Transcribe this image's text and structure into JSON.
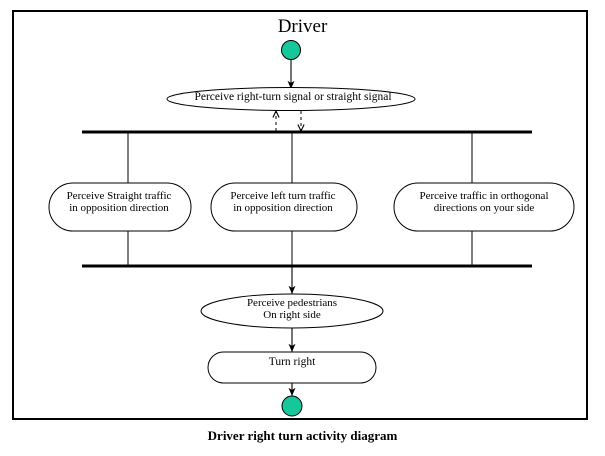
{
  "diagram": {
    "actor_title": "Driver",
    "caption": "Driver right turn activity diagram",
    "type": "uml-activity-diagram",
    "colors": {
      "node_fill": "#16c79a",
      "node_stroke": "#000000",
      "line": "#000000",
      "background": "#ffffff",
      "border": "#000000"
    },
    "nodes": {
      "start": {
        "name": "start-node",
        "shape": "filled-circle"
      },
      "end": {
        "name": "end-node",
        "shape": "filled-circle"
      },
      "fork_bar": {
        "name": "fork-bar",
        "shape": "horizontal-bar"
      },
      "join_bar": {
        "name": "join-bar",
        "shape": "horizontal-bar"
      }
    },
    "activities": [
      {
        "id": "a1",
        "label": "Perceive right-turn signal or straight signal"
      },
      {
        "id": "a2",
        "label": "Perceive Straight traffic\nin opposition direction"
      },
      {
        "id": "a3",
        "label": "Perceive left turn traffic\nin opposition direction"
      },
      {
        "id": "a4",
        "label": "Perceive  traffic in orthogonal\ndirections on your side"
      },
      {
        "id": "a5",
        "label": "Perceive pedestrians\nOn right side"
      },
      {
        "id": "a6",
        "label": "Turn right"
      }
    ],
    "edges": [
      {
        "from": "start",
        "to": "a1",
        "style": "solid",
        "arrow": "down"
      },
      {
        "from": "fork_bar",
        "to": "a1",
        "style": "dashed",
        "arrow": "up"
      },
      {
        "from": "a1",
        "to": "fork_bar",
        "style": "dashed",
        "arrow": "down"
      },
      {
        "from": "fork_bar",
        "to": "a2",
        "style": "solid",
        "arrow": "none"
      },
      {
        "from": "fork_bar",
        "to": "a3",
        "style": "solid",
        "arrow": "none"
      },
      {
        "from": "fork_bar",
        "to": "a4",
        "style": "solid",
        "arrow": "none"
      },
      {
        "from": "a2",
        "to": "join_bar",
        "style": "solid",
        "arrow": "none"
      },
      {
        "from": "a3",
        "to": "join_bar",
        "style": "solid",
        "arrow": "none"
      },
      {
        "from": "a4",
        "to": "join_bar",
        "style": "solid",
        "arrow": "none"
      },
      {
        "from": "join_bar",
        "to": "a5",
        "style": "solid",
        "arrow": "down"
      },
      {
        "from": "a5",
        "to": "a6",
        "style": "solid",
        "arrow": "down"
      },
      {
        "from": "a6",
        "to": "end",
        "style": "solid",
        "arrow": "down"
      }
    ]
  }
}
